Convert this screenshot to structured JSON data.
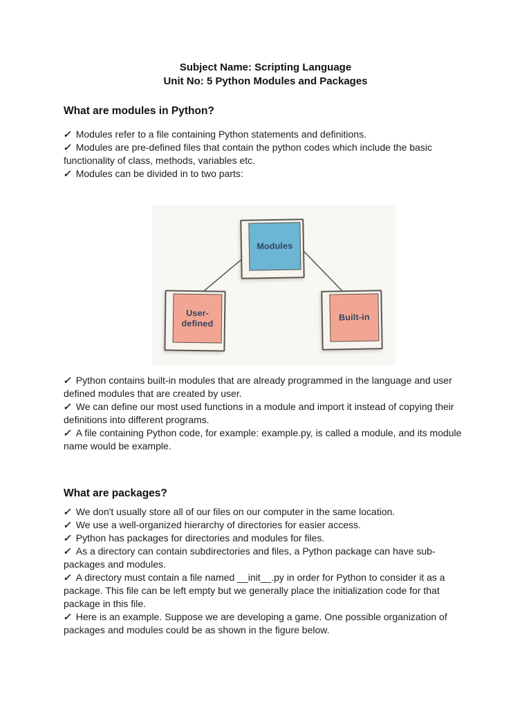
{
  "glyphs": {
    "check": "✓"
  },
  "header": {
    "line1": "Subject Name: Scripting Language",
    "line2": "Unit No: 5 Python Modules and Packages"
  },
  "sections": [
    {
      "heading": "What are modules in Python?",
      "bullets_before_diagram": [
        "Modules refer to a file containing Python statements and definitions.",
        "Modules are pre-defined files that contain the python codes which include the basic functionality of class, methods, variables etc.",
        "Modules can be divided in to two parts:"
      ],
      "bullets_after_diagram": [
        "Python contains built-in modules that are already programmed in the language and user defined modules that are created by user.",
        "We can define our most used functions in a module and import it instead of copying their definitions into different programs.",
        "A file containing Python code, for example: example.py, is called a module, and its module name would be example."
      ]
    },
    {
      "heading": "What are packages?",
      "bullets": [
        "We don't usually store all of our files on our computer in the same location.",
        "We use a well-organized hierarchy of directories for easier access.",
        "Python has packages for directories and modules for files.",
        "As a directory can contain subdirectories and files, a Python package can have sub-packages and modules.",
        "A directory must contain a file named __init__.py in order for Python to consider it as a package. This file can be left empty but we generally place the initialization code for that package in this file.",
        "Here is an example. Suppose we are developing a game. One possible organization of packages and modules could be as shown in the figure below."
      ]
    }
  ],
  "diagram": {
    "nodes": [
      {
        "label": "Modules",
        "color": "#6cb5d4"
      },
      {
        "label": "User-defined",
        "color": "#f3a594"
      },
      {
        "label": "Built-in",
        "color": "#f3a594"
      }
    ],
    "edge_color": "#5b5b52",
    "label_color": "#31445a"
  }
}
